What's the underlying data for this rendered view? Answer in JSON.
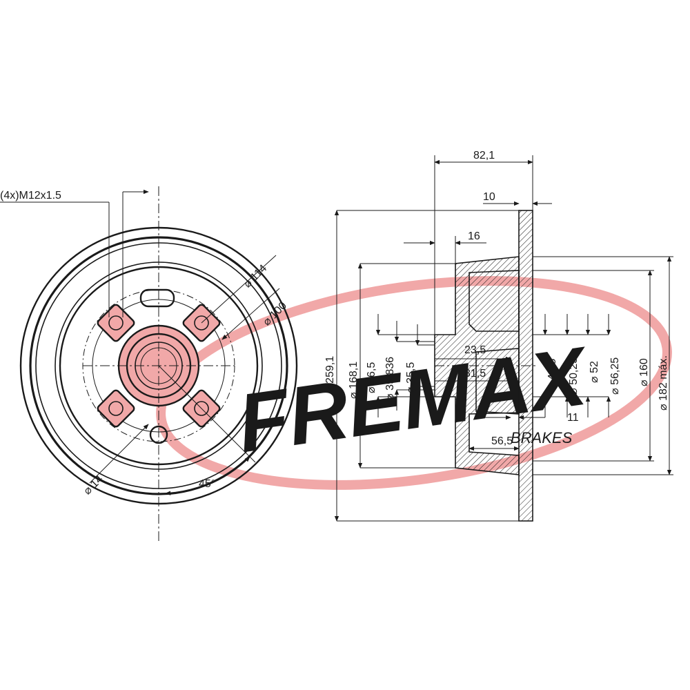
{
  "thread_label": "(4x)M12x1.5",
  "front_view": {
    "d_114": "114",
    "d_100": "100",
    "d_14": "14",
    "angle_45": "45°"
  },
  "side_view": {
    "width_82_1": "82,1",
    "thickness_10": "10",
    "depth_16": "16",
    "d_259_1": "259,1",
    "d_168_1": "168,1",
    "d_56_5": "56,5",
    "d_39_836": "39,836",
    "d_35_5": "35,5",
    "len_23_5": "23,5",
    "len_31_5": "31,5",
    "d_44_5": "44,5",
    "d_50_23": "50,23",
    "d_52": "52",
    "d_56_25": "56,25",
    "d_160": "160",
    "d_182_max": "182 máx.",
    "len_11": "11",
    "len_56_5": "56,5"
  },
  "watermark": {
    "brand": "FREMAX",
    "sub": "BRAKES"
  },
  "colors": {
    "line": "#1a1a1a",
    "watermark": "#f1a8a8"
  }
}
